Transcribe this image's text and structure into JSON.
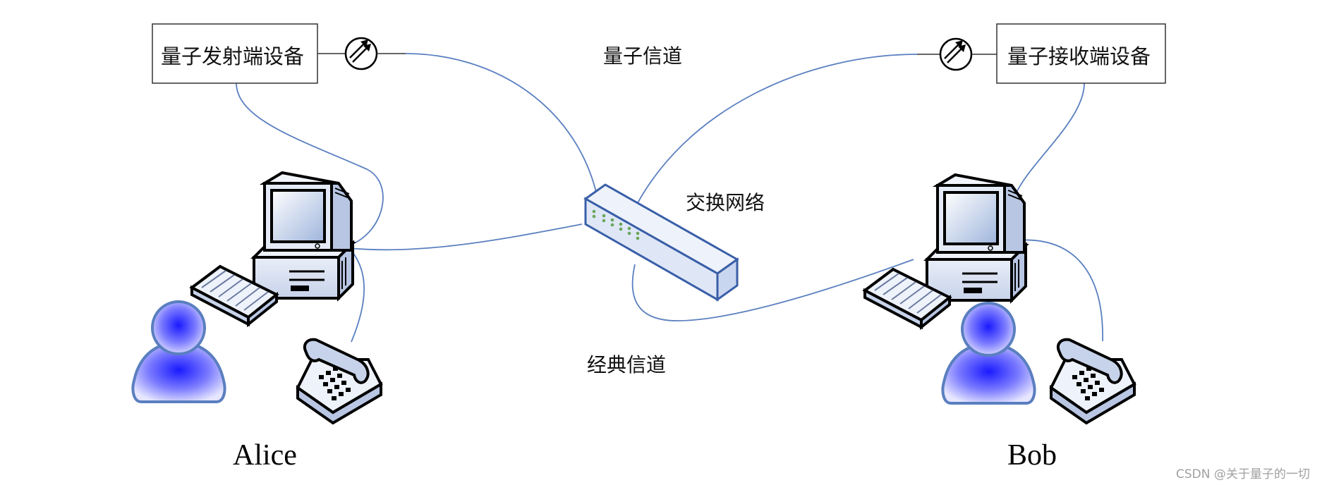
{
  "diagram": {
    "sender_device": "量子发射端设备",
    "receiver_device": "量子接收端设备",
    "quantum_channel": "量子信道",
    "switch_network": "交换网络",
    "classical_channel": "经典信道",
    "alice": "Alice",
    "bob": "Bob"
  },
  "watermark": "CSDN @关于量子的一切",
  "icons": [
    "computer-icon",
    "keyboard-icon",
    "user-icon",
    "telephone-icon",
    "network-switch-icon",
    "photon-detector-icon"
  ],
  "colors": {
    "link": "#5a7fc0",
    "user_fill_center": "#2e2ef5",
    "switch_fill": "#dfe7f7"
  }
}
